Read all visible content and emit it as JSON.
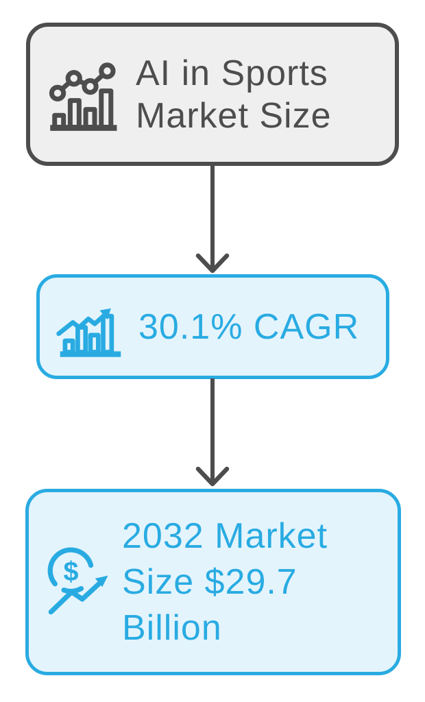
{
  "title": "AI in Sports Market Size flowchart",
  "colors": {
    "dark_gray": "#4d4d4d",
    "gray_node_fill": "#efefef",
    "blue": "#29abe2",
    "blue_node_fill": "#e4f4fc",
    "page_background": "#ffffff"
  },
  "flowchart": {
    "nodes": [
      {
        "id": "market",
        "label": "AI in Sports Market Size",
        "lines": [
          "AI in Sports",
          "Market Size"
        ],
        "icon": "combo-chart-icon",
        "theme": "gray"
      },
      {
        "id": "cagr",
        "label": "30.1% CAGR",
        "lines": [
          "30.1% CAGR"
        ],
        "icon": "rising-bar-chart-icon",
        "theme": "blue"
      },
      {
        "id": "size-2032",
        "label": "2032 Market Size $29.7 Billion",
        "lines": [
          "2032 Market",
          "Size $29.7",
          "Billion"
        ],
        "icon": "dollar-growth-icon",
        "theme": "blue"
      }
    ],
    "connectors": [
      {
        "from": "market",
        "to": "cagr",
        "direction": "down"
      },
      {
        "from": "cagr",
        "to": "size-2032",
        "direction": "down"
      }
    ],
    "dollar_glyph": "$"
  }
}
